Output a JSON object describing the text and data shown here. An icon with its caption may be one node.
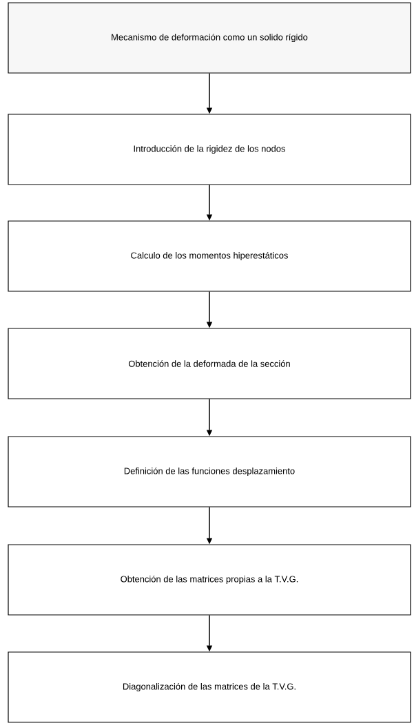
{
  "diagram": {
    "nodes": [
      {
        "text": [
          "Mecanismo de deformación como un solido rígido"
        ]
      },
      {
        "text": [
          "Introducción de la rigidez de los nodos"
        ]
      },
      {
        "text": [
          "Calculo de los momentos hiperestáticos"
        ]
      },
      {
        "text": [
          "Obtención de la deformada de la sección"
        ]
      },
      {
        "text": [
          "Definición de las funciones desplazamiento"
        ]
      },
      {
        "text": [
          "Obtención de las matrices propias a la T.V.G."
        ]
      },
      {
        "text": [
          "Diagonalización de las matrices de la T.V.G."
        ]
      }
    ],
    "edges": [
      {
        "from": 0,
        "to": 1,
        "arrow": "to"
      },
      {
        "from": 1,
        "to": 2,
        "arrow": "to"
      },
      {
        "from": 2,
        "to": 3,
        "arrow": "to"
      },
      {
        "from": 3,
        "to": 4,
        "arrow": "to"
      },
      {
        "from": 4,
        "to": 5,
        "arrow": "to"
      },
      {
        "from": 5,
        "to": 6,
        "arrow": "to"
      }
    ]
  }
}
